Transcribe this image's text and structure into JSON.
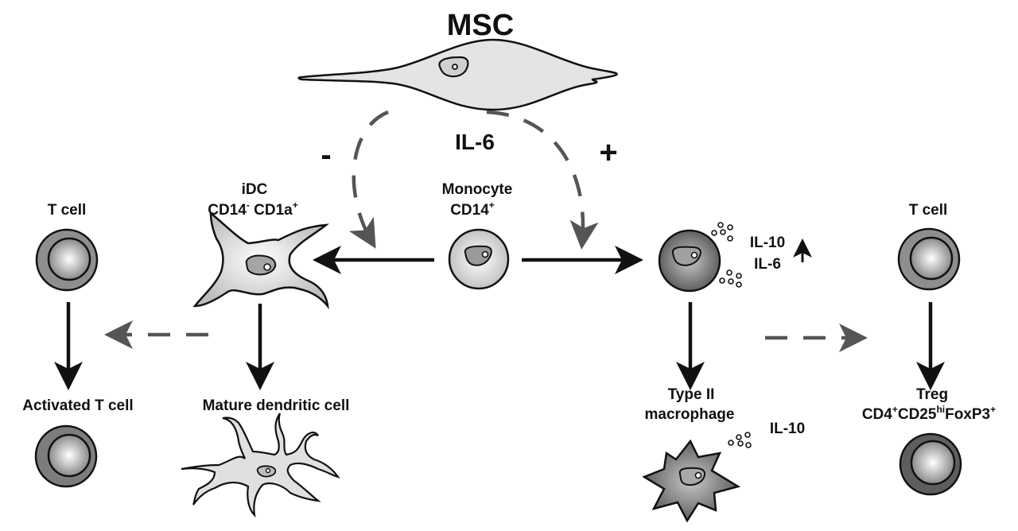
{
  "diagram": {
    "title": "MSC",
    "mediator": "IL-6",
    "inhibit_sign": "-",
    "promote_sign": "+",
    "nodes": {
      "msc": {
        "label": "MSC"
      },
      "monocyte": {
        "label_line1": "Monocyte",
        "label_line2": "CD14",
        "label_line2_sup": "+"
      },
      "idc": {
        "label_line1": "iDC",
        "label_line2a": "CD14",
        "label_line2a_sup": "-",
        "label_line2b": "CD1a",
        "label_line2b_sup": "+"
      },
      "t_cell_left": {
        "label": "T cell"
      },
      "activated_t_cell": {
        "label": "Activated T cell"
      },
      "mature_dc": {
        "label": "Mature dendritic cell"
      },
      "macrophage_precursor": {
        "cytokine_line1": "IL-10",
        "cytokine_line2": "IL-6",
        "trend": "up"
      },
      "type2_macrophage": {
        "label_line1": "Type II",
        "label_line2": "macrophage",
        "cytokine": "IL-10"
      },
      "t_cell_right": {
        "label": "T cell"
      },
      "treg": {
        "label_line1": "Treg",
        "marker1": "CD4",
        "marker1_sup": "+",
        "marker2": "CD25",
        "marker2_sup": "hi",
        "marker3": "FoxP3",
        "marker3_sup": "+"
      }
    },
    "edges": [
      {
        "from": "msc",
        "to": "idc-differentiation",
        "style": "dashed",
        "effect": "-"
      },
      {
        "from": "msc",
        "to": "macrophage-differentiation",
        "style": "dashed",
        "effect": "+"
      },
      {
        "from": "monocyte",
        "to": "idc",
        "style": "solid"
      },
      {
        "from": "monocyte",
        "to": "macrophage_precursor",
        "style": "solid"
      },
      {
        "from": "idc",
        "to": "mature_dc",
        "style": "solid"
      },
      {
        "from": "t_cell_left",
        "to": "activated_t_cell",
        "style": "solid"
      },
      {
        "from": "idc",
        "to": "t-cell-activation",
        "style": "dashed"
      },
      {
        "from": "macrophage_precursor",
        "to": "type2_macrophage",
        "style": "solid"
      },
      {
        "from": "macrophage_precursor",
        "to": "treg-induction",
        "style": "dashed"
      },
      {
        "from": "t_cell_right",
        "to": "treg",
        "style": "solid"
      }
    ]
  }
}
